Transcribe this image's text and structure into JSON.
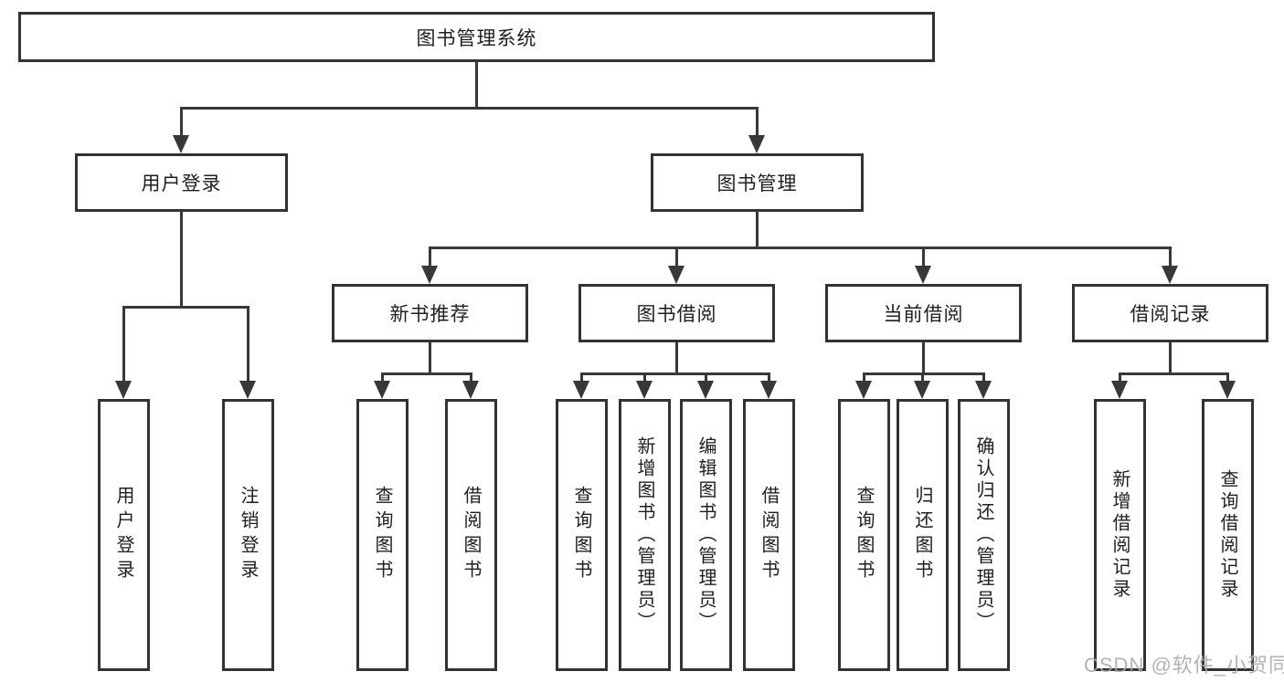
{
  "tree": {
    "root": {
      "label": "图书管理系统"
    },
    "level2": [
      {
        "id": "user-login",
        "label": "用户登录"
      },
      {
        "id": "book-management",
        "label": "图书管理"
      }
    ],
    "level3": [
      {
        "id": "new-book-recommend",
        "label": "新书推荐"
      },
      {
        "id": "book-borrow",
        "label": "图书借阅"
      },
      {
        "id": "current-borrow",
        "label": "当前借阅"
      },
      {
        "id": "borrow-records",
        "label": "借阅记录"
      }
    ],
    "user_login_leaves": [
      {
        "label": "用户登录"
      },
      {
        "label": "注销登录"
      }
    ],
    "new_book_leaves": [
      {
        "label": "查询图书"
      },
      {
        "label": "借阅图书"
      }
    ],
    "book_borrow_leaves": [
      {
        "label": "查询图书"
      },
      {
        "label": "新增图书（管理员）"
      },
      {
        "label": "编辑图书（管理员）"
      },
      {
        "label": "借阅图书"
      }
    ],
    "current_borrow_leaves": [
      {
        "label": "查询图书"
      },
      {
        "label": "归还图书"
      },
      {
        "label": "确认归还（管理员）"
      }
    ],
    "borrow_record_leaves": [
      {
        "label": "新增借阅记录"
      },
      {
        "label": "查询借阅记录"
      }
    ]
  },
  "watermark": {
    "text": "CSDN @软件_小贺同学"
  },
  "colors": {
    "line": "#383838",
    "box_border": "#333333",
    "text": "#1f1f1f",
    "watermark": "#a8a8a8",
    "background": "#ffffff"
  }
}
